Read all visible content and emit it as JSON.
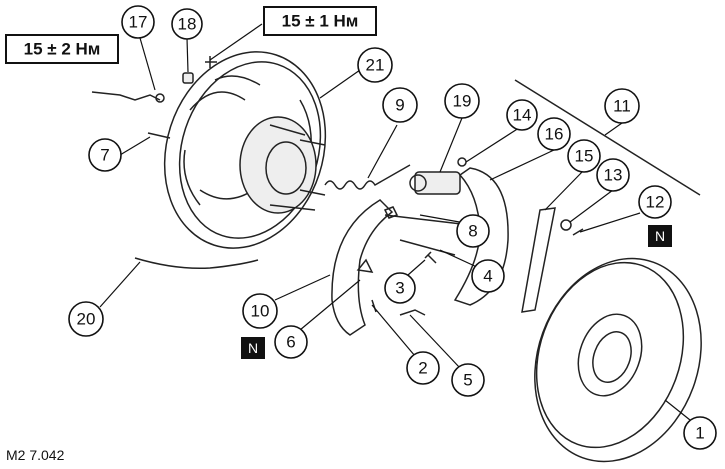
{
  "figure_code": "M2 7.042",
  "torque_labels": {
    "top": "15 ± 1 Нм",
    "left": "15 ± 2 Нм"
  },
  "badges": {
    "right": "N",
    "left": "N"
  },
  "callouts": {
    "c1": "1",
    "c2": "2",
    "c3": "3",
    "c4": "4",
    "c5": "5",
    "c6": "6",
    "c7": "7",
    "c8": "8",
    "c9": "9",
    "c10": "10",
    "c11": "11",
    "c12": "12",
    "c13": "13",
    "c14": "14",
    "c15": "15",
    "c16": "16",
    "c17": "17",
    "c18": "18",
    "c19": "19",
    "c20": "20",
    "c21": "21"
  }
}
